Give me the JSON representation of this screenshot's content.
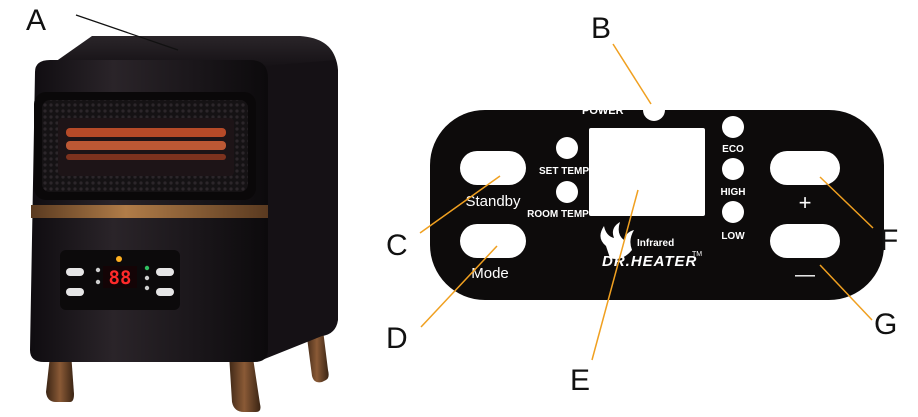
{
  "callouts": {
    "a": "A",
    "b": "B",
    "c": "C",
    "d": "D",
    "e": "E",
    "f": "F",
    "g": "G"
  },
  "panel": {
    "power": "POWER",
    "set_temp": "SET TEMP",
    "room_temp": "ROOM TEMP",
    "eco": "ECO",
    "high": "HIGH",
    "low": "LOW",
    "standby": "Standby",
    "mode": "Mode",
    "plus": "+",
    "minus": "—",
    "brand_top": "Infrared",
    "brand_main": "DR.HEATER",
    "trademark": "TM"
  },
  "heater_display": "88",
  "colors": {
    "leader_line": "#f0a020",
    "panel_bg": "#0d0b0b",
    "heater_body": "#1e1a1e",
    "copper_band": "#9a6a3e",
    "display_red": "#ff2a2a"
  }
}
